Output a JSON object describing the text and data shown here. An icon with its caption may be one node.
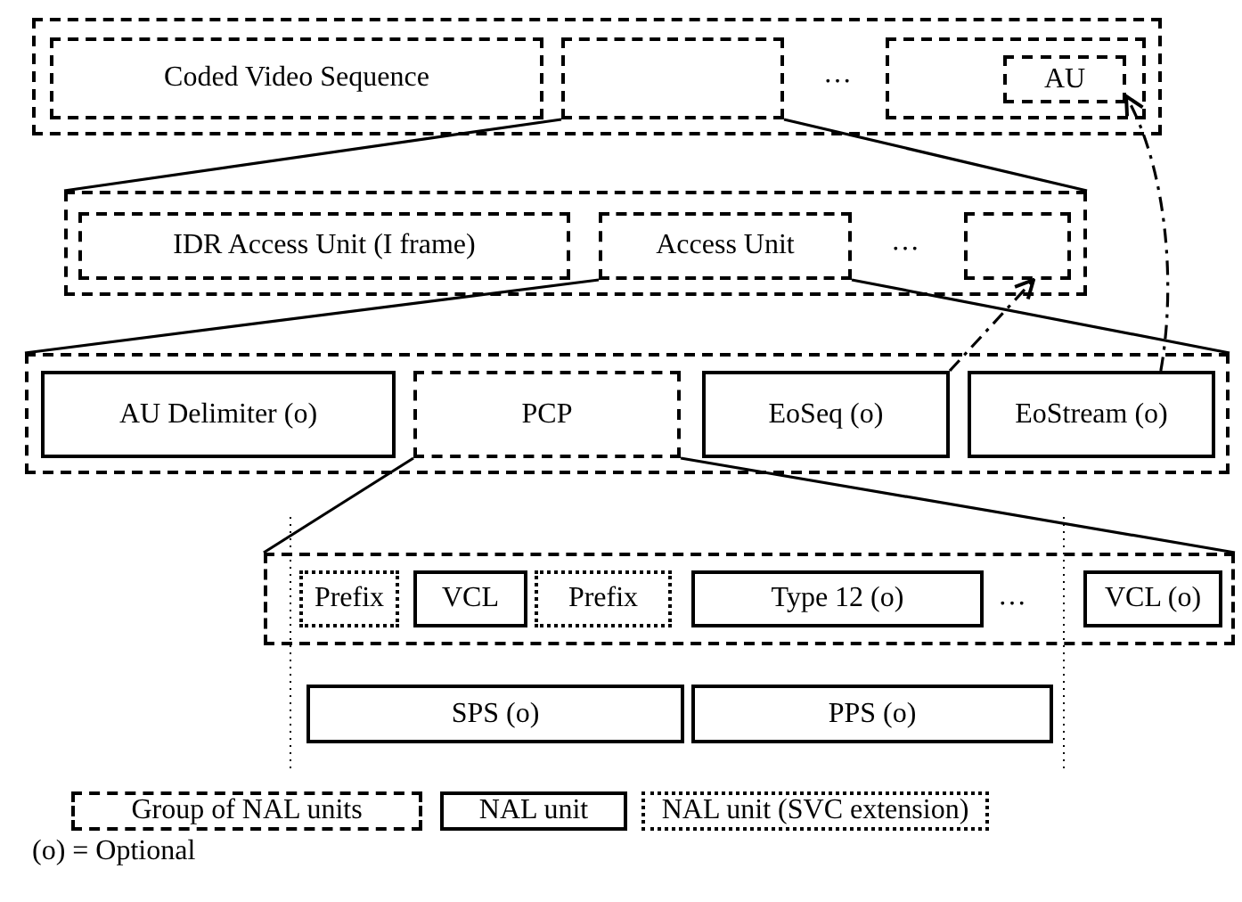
{
  "diagram": {
    "nodes": [
      {
        "text": [],
        "shape": "box"
      },
      {
        "text": [
          "Coded Video Sequence"
        ],
        "in": 0
      },
      {
        "text": [],
        "shape": "box",
        "in": 0
      },
      {
        "text": [],
        "shape": "box",
        "in": 0
      },
      {
        "text": [
          "AU"
        ],
        "in": 3
      },
      {
        "text": [],
        "shape": "box"
      },
      {
        "text": [
          "IDR Access Unit (I frame)"
        ],
        "in": 5
      },
      {
        "text": [
          "Access Unit"
        ],
        "in": 5
      },
      {
        "text": [],
        "shape": "box",
        "in": 5
      },
      {
        "text": [],
        "shape": "box"
      },
      {
        "text": [
          "AU Delimiter (o)"
        ],
        "in": 9
      },
      {
        "text": [
          "PCP"
        ],
        "in": 9
      },
      {
        "text": [
          "EoSeq (o)"
        ],
        "in": 9
      },
      {
        "text": [
          "EoStream (o)"
        ],
        "in": 9
      },
      {
        "text": [],
        "shape": "box"
      },
      {
        "text": [
          "Prefix"
        ],
        "in": 14
      },
      {
        "text": [
          "VCL"
        ],
        "in": 14
      },
      {
        "text": [
          "Prefix"
        ],
        "in": 14
      },
      {
        "text": [
          "Type 12 (o)"
        ],
        "in": 14
      },
      {
        "text": [
          "VCL (o)"
        ],
        "in": 14
      },
      {
        "text": [
          "SPS (o)"
        ]
      },
      {
        "text": [
          "PPS (o)"
        ]
      }
    ],
    "edges": [
      {
        "from": 2,
        "to": 5,
        "arrow": "none"
      },
      {
        "from": 2,
        "to": 5,
        "arrow": "none"
      },
      {
        "from": 7,
        "to": 9,
        "arrow": "none"
      },
      {
        "from": 7,
        "to": 9,
        "arrow": "none"
      },
      {
        "from": 11,
        "to": 14,
        "arrow": "none"
      },
      {
        "from": 11,
        "to": 14,
        "arrow": "none"
      },
      {
        "from": 13,
        "to": 4,
        "arrow": "to",
        "style": "dashed"
      },
      {
        "from": 12,
        "to": 8,
        "arrow": "to",
        "style": "dashed"
      }
    ],
    "labels": [
      "…",
      "…",
      "…",
      "(o) = Optional"
    ],
    "legend": [
      {
        "text": "Group of NAL units"
      },
      {
        "text": "NAL unit"
      },
      {
        "text": "NAL unit (SVC extension)"
      }
    ]
  }
}
